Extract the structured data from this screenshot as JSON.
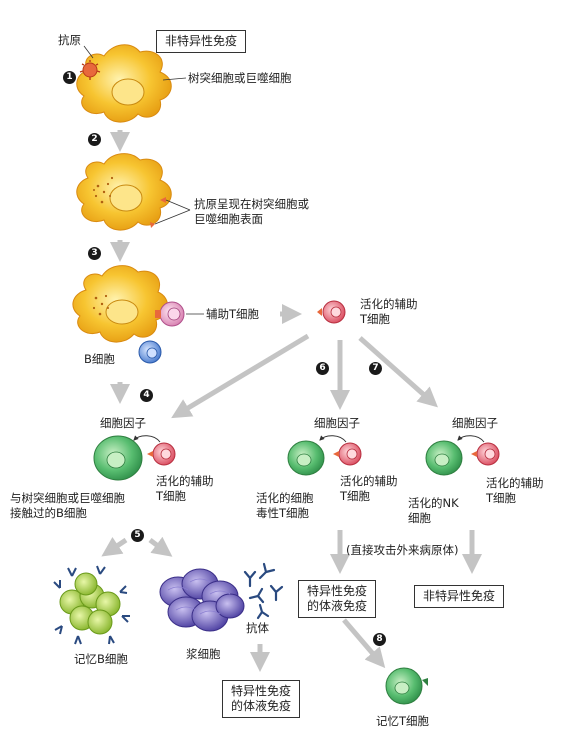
{
  "title_box": "非特异性免疫",
  "labels": {
    "antigen": "抗原",
    "dendritic_or_macrophage": "树突细胞或巨噬细胞",
    "antigen_presented_line1": "抗原呈现在树突细胞或",
    "antigen_presented_line2": "巨噬细胞表面",
    "helper_t": "辅助T细胞",
    "b_cell": "B细胞",
    "activated_helper_top_line1": "活化的辅助",
    "activated_helper_top_line2": "T细胞",
    "cytokine_left": "细胞因子",
    "cytokine_mid": "细胞因子",
    "cytokine_right": "细胞因子",
    "activated_helper_left_line1": "活化的辅助",
    "activated_helper_left_line2": "T细胞",
    "activated_helper_mid_line1": "活化的辅助",
    "activated_helper_mid_line2": "T细胞",
    "activated_helper_right_line1": "活化的辅助",
    "activated_helper_right_line2": "T细胞",
    "b_contact_line1": "与树突细胞或巨噬细胞",
    "b_contact_line2": "接触过的B细胞",
    "cytotoxic_line1": "活化的细胞",
    "cytotoxic_line2": "毒性T细胞",
    "nk_line1": "活化的NK",
    "nk_line2": "细胞",
    "direct_attack": "(直接攻击外来病原体)",
    "memory_b": "记忆B细胞",
    "plasma_cell": "浆细胞",
    "antibody": "抗体",
    "memory_t": "记忆T细胞"
  },
  "boxes": {
    "specific_humoral_mid_line1": "特异性免疫",
    "specific_humoral_mid_line2": "的体液免疫",
    "nonspecific_right": "非特异性免疫",
    "specific_humoral_bottom_line1": "特异性免疫",
    "specific_humoral_bottom_line2": "的体液免疫"
  },
  "step_numbers": [
    "1",
    "2",
    "3",
    "4",
    "5",
    "6",
    "7",
    "8"
  ],
  "colors": {
    "macrophage_fill": "#f4b81c",
    "macrophage_light": "#fde58a",
    "helper_t_fill": "#e7a2c4",
    "t_cell_red": "#e05a6a",
    "b_cell_fill": "#5b8fd8",
    "green_cell": "#4fb86a",
    "plasma_purple": "#6a5ab8",
    "memory_b_green": "#a6cf3e",
    "antibody_blue": "#2a4a80",
    "arrow_gray": "#c4c4c4"
  }
}
